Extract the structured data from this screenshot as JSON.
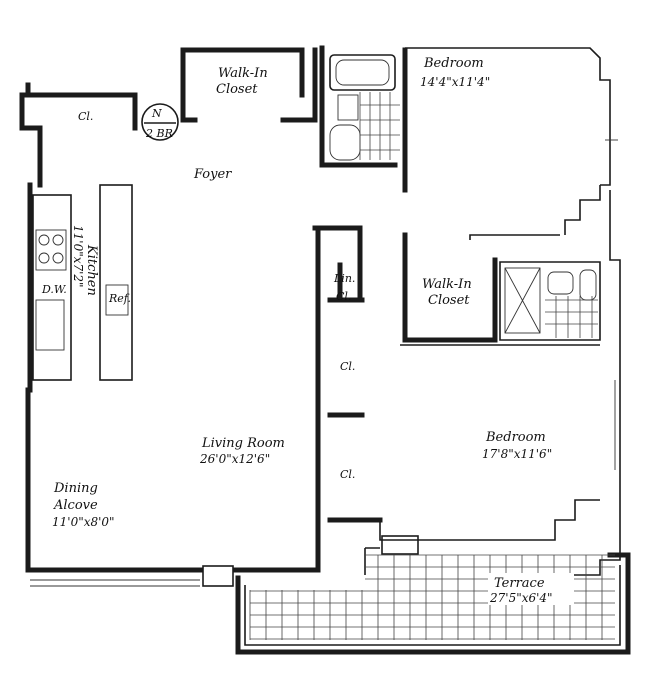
{
  "plan": {
    "compass": {
      "north": "N",
      "unit_type": "2 BR"
    },
    "rooms": {
      "walkin_closet_top": {
        "name": "Walk-In",
        "name2": "Closet"
      },
      "bedroom_top": {
        "name": "Bedroom",
        "dims": "14'4\"x11'4\""
      },
      "closet_top": {
        "name": "Cl."
      },
      "foyer": {
        "name": "Foyer"
      },
      "kitchen": {
        "name": "Kitchen",
        "dims": "11'0\"x7'2\""
      },
      "dishwasher": {
        "name": "D.W."
      },
      "refrigerator": {
        "name": "Ref."
      },
      "linen_closet": {
        "name": "Lin.",
        "name2": "Cl."
      },
      "walkin_closet_mid": {
        "name": "Walk-In",
        "name2": "Closet"
      },
      "closet_mid1": {
        "name": "Cl."
      },
      "closet_mid2": {
        "name": "Cl."
      },
      "living_room": {
        "name": "Living Room",
        "dims": "26'0\"x12'6\""
      },
      "bedroom_main": {
        "name": "Bedroom",
        "dims": "17'8\"x11'6\""
      },
      "dining_alcove": {
        "name": "Dining",
        "name2": "Alcove",
        "dims": "11'0\"x8'0\""
      },
      "terrace": {
        "name": "Terrace",
        "dims": "27'5\"x6'4\""
      }
    }
  }
}
